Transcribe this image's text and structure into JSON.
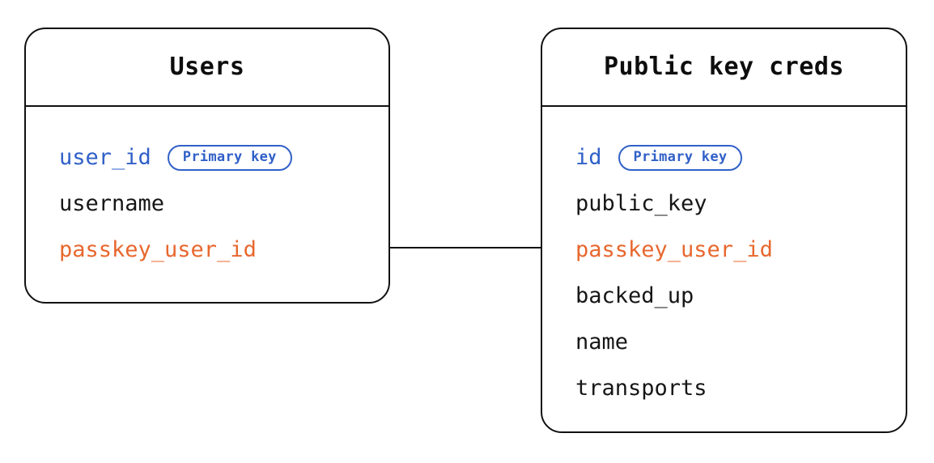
{
  "diagram": {
    "type": "entity-relationship-diagram",
    "background_color": "#ffffff",
    "colors": {
      "border": "#111111",
      "text": "#161616",
      "primary_key": "#3060c8",
      "foreign_key": "#e8672e"
    },
    "badge_label": "Primary key",
    "entities": [
      {
        "id": "users",
        "title": "Users",
        "fields": [
          {
            "name": "user_id",
            "role": "primary_key",
            "badge": "Primary key"
          },
          {
            "name": "username",
            "role": "plain",
            "badge": null
          },
          {
            "name": "passkey_user_id",
            "role": "foreign_key",
            "badge": null
          }
        ]
      },
      {
        "id": "credentials",
        "title": "Public key creds",
        "fields": [
          {
            "name": "id",
            "role": "primary_key",
            "badge": "Primary key"
          },
          {
            "name": "public_key",
            "role": "plain",
            "badge": null
          },
          {
            "name": "passkey_user_id",
            "role": "foreign_key",
            "badge": null
          },
          {
            "name": "backed_up",
            "role": "plain",
            "badge": null
          },
          {
            "name": "name",
            "role": "plain",
            "badge": null
          },
          {
            "name": "transports",
            "role": "plain",
            "badge": null
          }
        ]
      }
    ],
    "relationships": [
      {
        "from_entity": "users",
        "from_field": "passkey_user_id",
        "to_entity": "credentials",
        "to_field": "passkey_user_id",
        "style": "straight-line"
      }
    ]
  }
}
